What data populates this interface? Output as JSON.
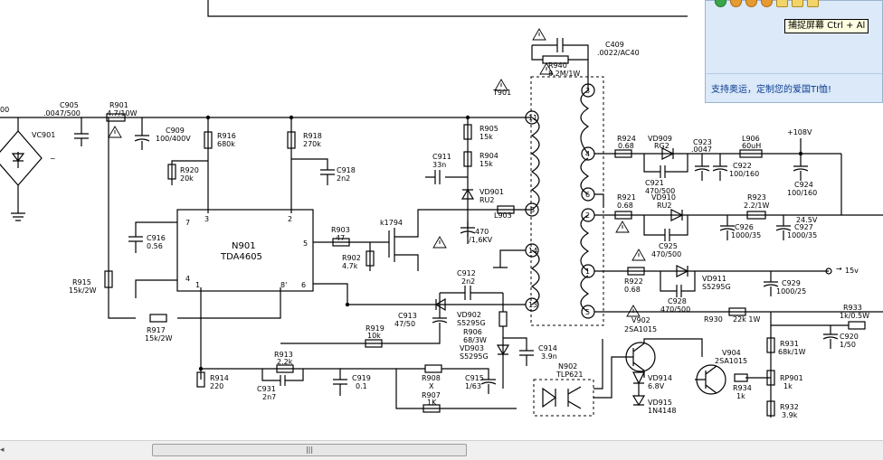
{
  "tooltip": {
    "text": "捕捉屏幕 Ctrl + Al"
  },
  "notice": {
    "text": "支持奥运，定制您的爱国TI恤!"
  },
  "scrollbar": {
    "thumb_grip": "|||",
    "left_arrow": "◂"
  },
  "schematic": {
    "labels": {
      "mains": "00",
      "c905": "C905",
      "c905v": ".0047/500",
      "r901": "R901",
      "r901v": "4.7/10W",
      "vc901": "VC901",
      "c909": "C909",
      "c909v": "100/400V",
      "r916": "R916",
      "r916v": "680k",
      "r918": "R918",
      "r918v": "270k",
      "r920": "R920",
      "r920v": "20k",
      "c918": "C918",
      "c918v": "2n2",
      "r905": "R905",
      "r905v": "15k",
      "r904": "R904",
      "r904v": "15k",
      "c911": "C911",
      "c911v": "33n",
      "vd901": "VD901",
      "vd901v": "RU2",
      "l903": "L903",
      "k1794": "k1794",
      "c_470": "470",
      "c_470v": "/1,6KV",
      "c409": "C409",
      "c409v": ".0022/AC40",
      "r940": "R940",
      "r940v": "8.2M/1W",
      "t901": "T901",
      "n901": "N901",
      "n901v": "TDA4605",
      "c916": "C916",
      "c916v": "0.56",
      "r903": "R903",
      "r903v": "47",
      "r902": "R902",
      "r902v": "4.7k",
      "r915": "R915",
      "r915v": "15k/2W",
      "r917": "R917",
      "r917v": "15k/2W",
      "c912": "C912",
      "c912v": "2n2",
      "c913": "C913",
      "c913v": "47/50",
      "vd902": "VD902",
      "vd902v": "S5295G",
      "r919": "R919",
      "r919v": "10k",
      "r906": "R906",
      "r906v": "68/3W",
      "vd903": "VD903",
      "vd903v": "S5295G",
      "c914": "C914",
      "c914v": "3.9n",
      "r913": "R913",
      "r913v": "2.2k",
      "c931": "C931",
      "c931v": "2n7",
      "r914": "R914",
      "r914v": "220",
      "c919": "C919",
      "c919v": "0.1",
      "r908": "R908",
      "r908v": "X",
      "c915": "C915",
      "c915v": "1/63",
      "n902": "N902",
      "n902v": "TLP621",
      "r907": "R907",
      "r907v": "1K",
      "r924": "R924",
      "r924v": "0.68",
      "vd909": "VD909",
      "vd909v": "RG2",
      "c921": "C921",
      "c921v": "470/500",
      "c923": "C923",
      "c923v": ".0047",
      "l906": "L906",
      "l906v": "60uH",
      "c922": "C922",
      "c922v": "100/160",
      "v108": "+108V",
      "c924": "C924",
      "c924v": "100/160",
      "r921": "R921",
      "r921v": "0.68",
      "vd910": "VD910",
      "vd910v": "RU2",
      "c925": "C925",
      "c925v": "470/500",
      "r923": "R923",
      "r923v": "2.2/1W",
      "c926": "C926",
      "c926v": "1000/35",
      "c927": "C927",
      "c927v": "1000/35",
      "v245": "24.5V",
      "v15": "15v",
      "r922": "R922",
      "r922v": "0.68",
      "vd911": "VD911",
      "vd911v": "S5295G",
      "c929": "C929",
      "c929v": "1000/25",
      "c928": "C928",
      "c928v": "470/500",
      "r933": "R933",
      "r933v": "1k/0.5W",
      "v902": "V902",
      "v902v": "2SA1015",
      "r930": "R930",
      "r930v": "22k 1W",
      "c920": "C920",
      "c920v": "1/50",
      "r931": "R931",
      "r931v": "68k/1W",
      "v904": "V904",
      "v904v": "2SA1015",
      "vd914": "VD914",
      "vd914v": "6.8V",
      "vd915": "VD915",
      "vd915v": "1N4148",
      "r934": "R934",
      "r934v": "1k",
      "rp901": "RP901",
      "rp901v": "1k",
      "r932": "R932",
      "r932v": "3.9k",
      "pin1": "1",
      "pin2": "2",
      "pin3": "3",
      "pin4": "4",
      "pin5": "5",
      "pin6": "6",
      "pin7": "7",
      "pin8": "8'",
      "tp11": "11",
      "tp8": "8",
      "tp14": "14",
      "tp13": "13",
      "tp3": "3",
      "tp4": "4",
      "tp6": "6",
      "tp2": "2",
      "tp1": "1",
      "tp5": "5"
    }
  }
}
